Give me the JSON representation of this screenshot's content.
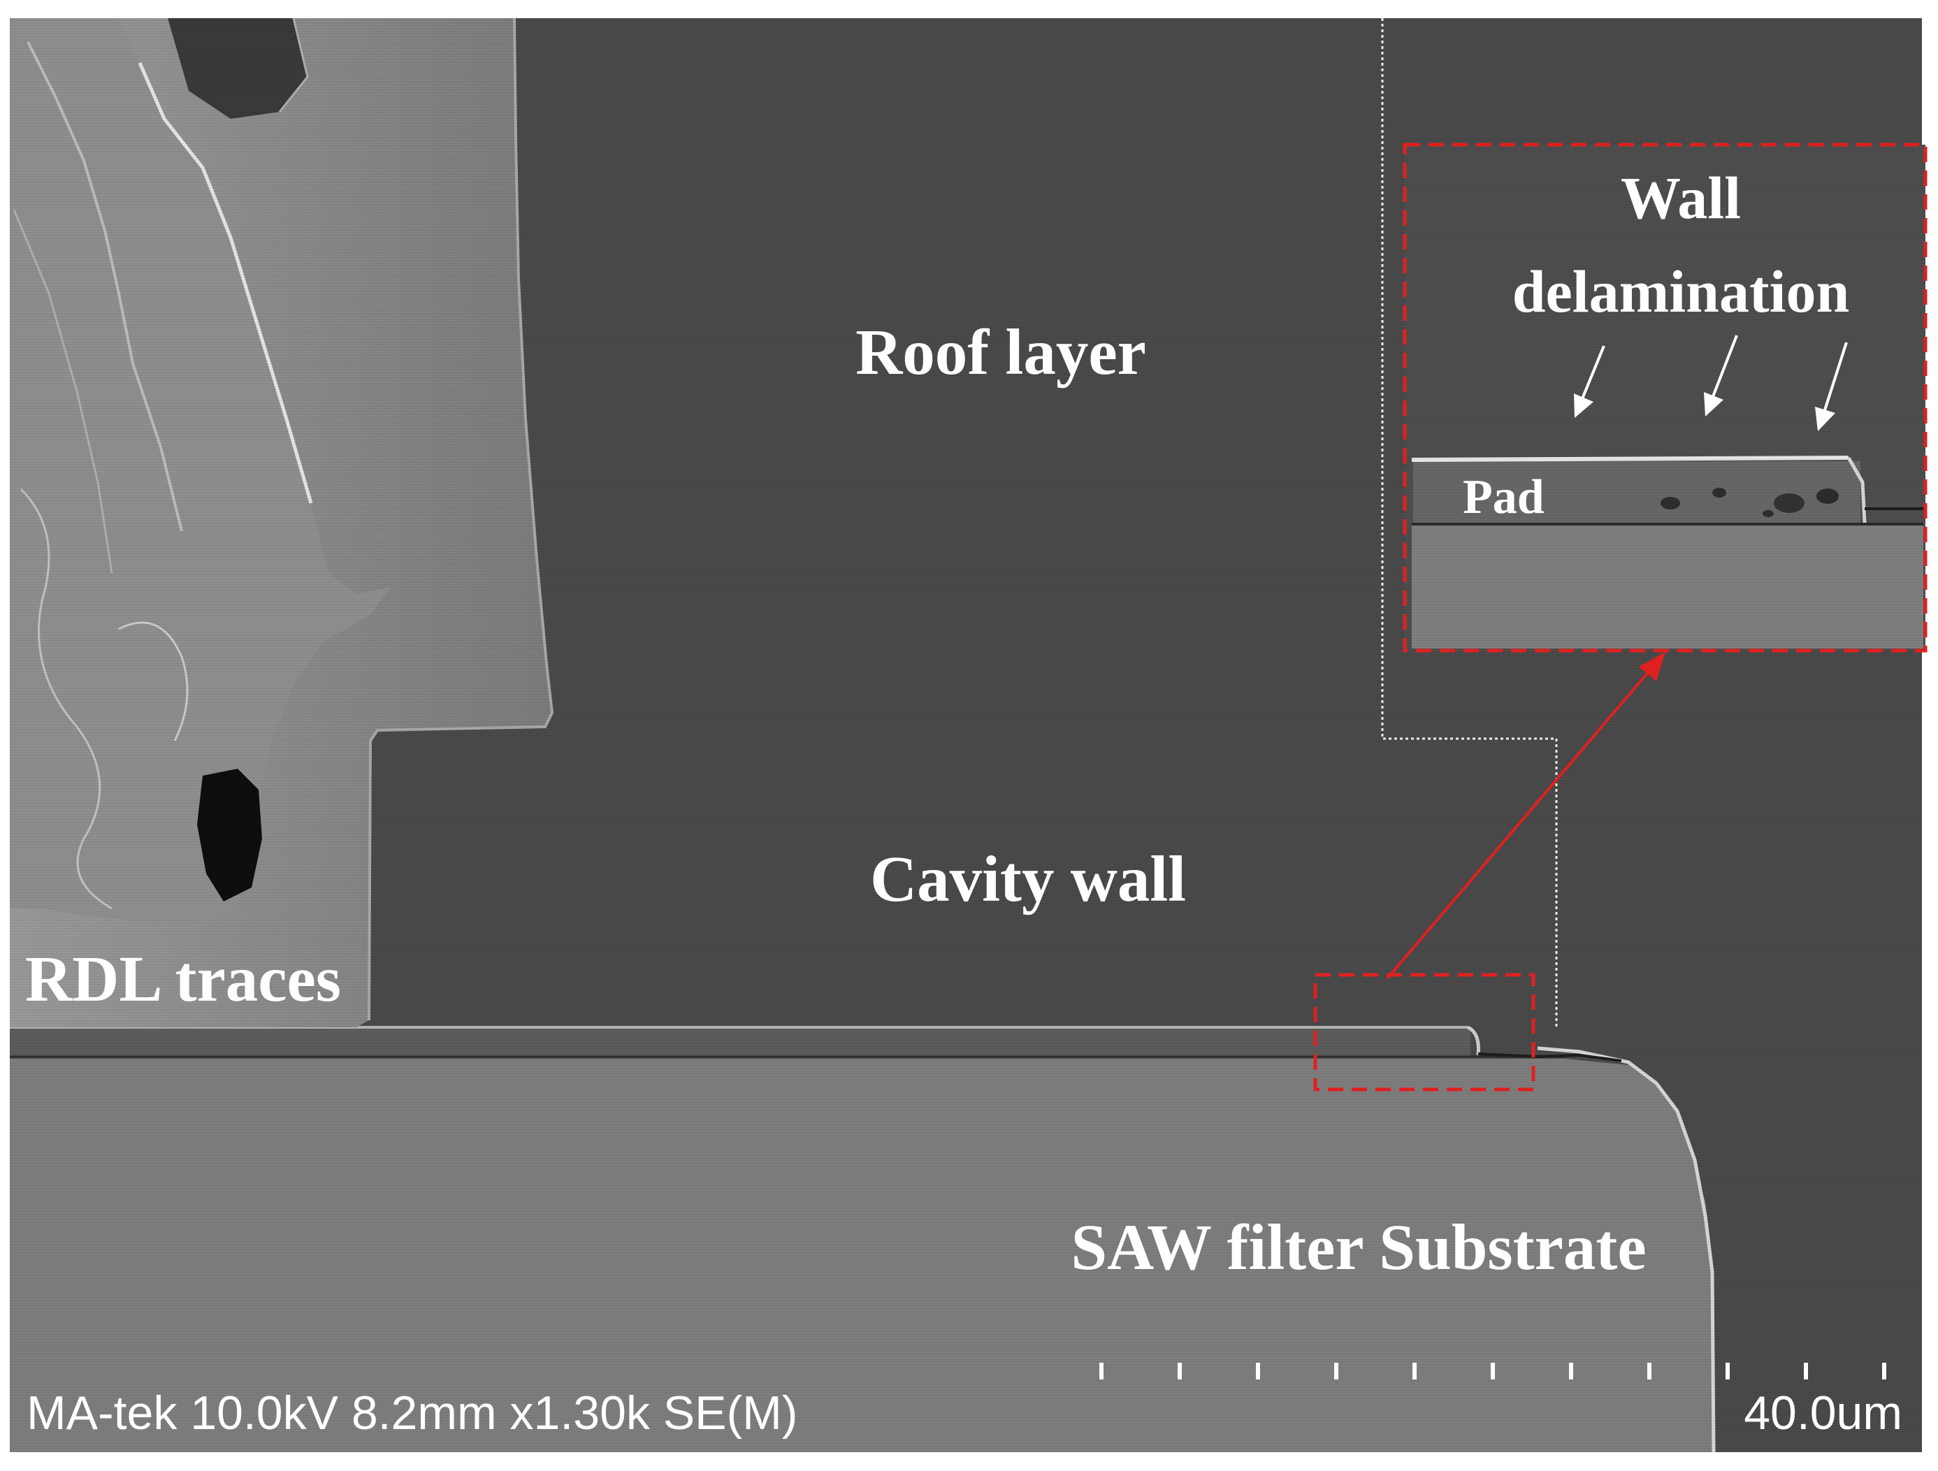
{
  "labels": {
    "roof_layer": "Roof layer",
    "cavity_wall": "Cavity wall",
    "rdl_traces": "RDL traces",
    "saw_substrate": "SAW filter Substrate"
  },
  "inset": {
    "title_line1": "Wall",
    "title_line2": "delamination",
    "pad": "Pad"
  },
  "databar": {
    "info": "MA-tek 10.0kV 8.2mm x1.30k SE(M)",
    "scale": "40.0um"
  },
  "colors": {
    "roof": "#4a4a4a",
    "substrate": "#7e7e7e",
    "rdl_metal": "#838383",
    "annotation_red": "#e02020"
  }
}
